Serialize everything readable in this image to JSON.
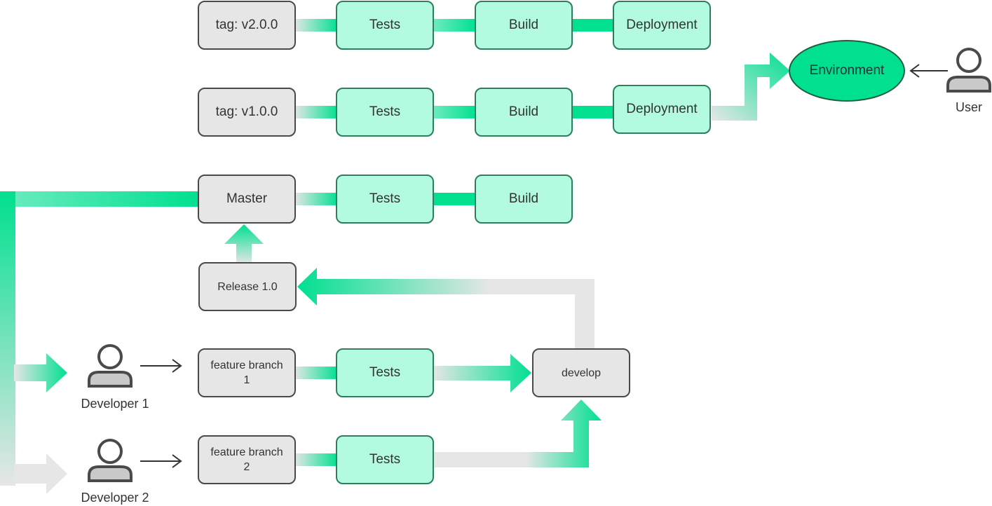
{
  "colors": {
    "accent": "#00e08f",
    "mint_fill": "#b2fbe0",
    "gray_fill": "#e6e6e6",
    "outline": "#4a4a4a",
    "flow_gray": "#e6e6e6"
  },
  "pipelines": {
    "v2": {
      "tag": "tag: v2.0.0",
      "tests": "Tests",
      "build": "Build",
      "deploy": "Deployment"
    },
    "v1": {
      "tag": "tag: v1.0.0",
      "tests": "Tests",
      "build": "Build",
      "deploy": "Deployment"
    },
    "master": {
      "branch": "Master",
      "tests": "Tests",
      "build": "Build"
    }
  },
  "release": {
    "label": "Release 1.0"
  },
  "environment": {
    "label": "Environment"
  },
  "user": {
    "label": "User",
    "icon": "user-icon"
  },
  "developers": [
    {
      "label": "Developer 1",
      "icon": "user-icon",
      "branch_line1": "feature branch",
      "branch_line2": "1",
      "tests": "Tests"
    },
    {
      "label": "Developer 2",
      "icon": "user-icon",
      "branch_line1": "feature branch",
      "branch_line2": "2",
      "tests": "Tests"
    }
  ],
  "develop": {
    "label": "develop"
  }
}
